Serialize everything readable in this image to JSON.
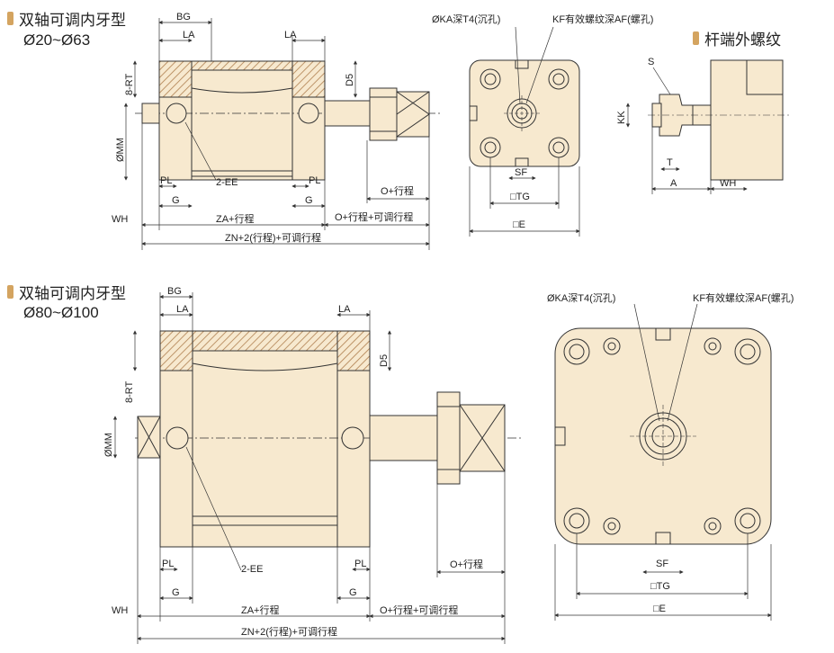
{
  "colors": {
    "accent": "#d4a460",
    "body_fill": "#f7e9cf",
    "line": "#333333",
    "hatch": "#b08050"
  },
  "section1": {
    "title": "双轴可调内牙型",
    "range": "Ø20~Ø63",
    "labels": {
      "bg": "BG",
      "la_left": "LA",
      "la_right": "LA",
      "rt": "8-RT",
      "mm": "ØMM",
      "d5": "D5",
      "pl_left": "PL",
      "pl_right": "PL",
      "ee": "2-EE",
      "g_left": "G",
      "g_right": "G",
      "o_stroke": "O+行程",
      "wh": "WH",
      "za": "ZA+行程",
      "o_adj": "O+行程+可调行程",
      "zn": "ZN+2(行程)+可调行程"
    },
    "end_view": {
      "ka": "ØKA深T4(沉孔)",
      "kf": "KF有效螺纹深AF(螺孔)",
      "sf": "SF",
      "tg": "□TG",
      "e": "□E"
    }
  },
  "rod_end": {
    "title": "杆端外螺纹",
    "labels": {
      "s": "S",
      "kk": "KK",
      "t": "T",
      "a": "A",
      "wh": "WH"
    }
  },
  "section2": {
    "title": "双轴可调内牙型",
    "range": "Ø80~Ø100",
    "labels": {
      "bg": "BG",
      "la_left": "LA",
      "la_right": "LA",
      "rt": "8-RT",
      "mm": "ØMM",
      "d5": "D5",
      "pl_left": "PL",
      "pl_right": "PL",
      "ee": "2-EE",
      "g_left": "G",
      "g_right": "G",
      "o_stroke": "O+行程",
      "wh": "WH",
      "za": "ZA+行程",
      "o_adj": "O+行程+可调行程",
      "zn": "ZN+2(行程)+可调行程"
    },
    "end_view": {
      "ka": "ØKA深T4(沉孔)",
      "kf": "KF有效螺纹深AF(螺孔)",
      "sf": "SF",
      "tg": "□TG",
      "e": "□E"
    }
  }
}
